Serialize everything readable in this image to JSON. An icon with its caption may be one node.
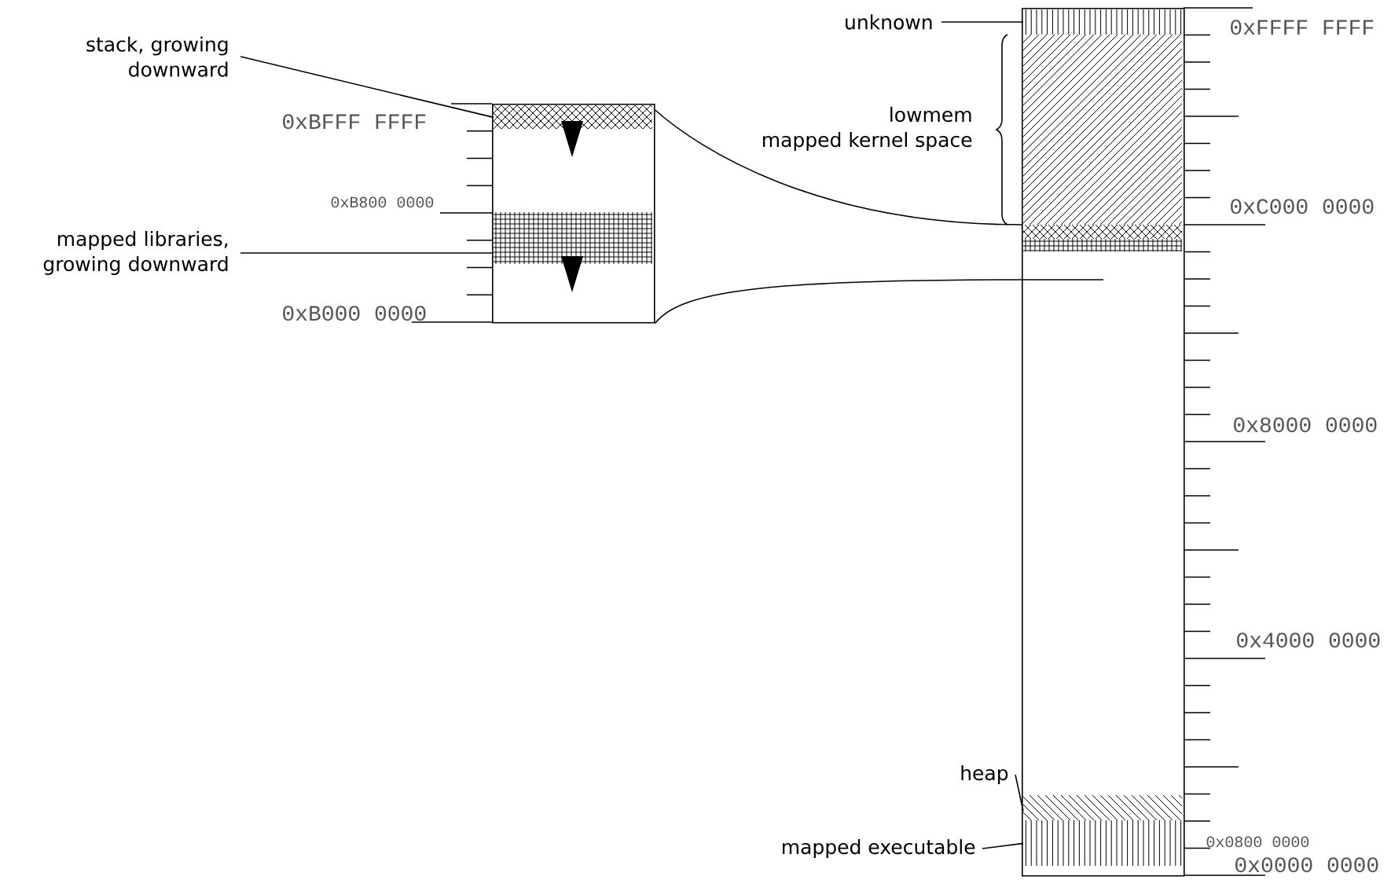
{
  "diagram": {
    "nodes": [
      {
        "text": [
          "stack, growing downward"
        ]
      },
      {
        "text": [
          "mapped libraries, growing downward"
        ]
      },
      {
        "text": [],
        "shape": "box"
      },
      {
        "text": [],
        "shape": "box",
        "in": 2
      },
      {
        "text": [],
        "shape": "box",
        "in": 2
      },
      {
        "text": [
          "unknown"
        ]
      },
      {
        "text": [],
        "shape": "box"
      },
      {
        "text": [],
        "shape": "box",
        "in": 6
      },
      {
        "text": [],
        "shape": "box",
        "in": 6
      },
      {
        "text": [],
        "shape": "box",
        "in": 6
      },
      {
        "text": [],
        "shape": "box",
        "in": 6
      },
      {
        "text": [],
        "shape": "box",
        "in": 6
      },
      {
        "text": [],
        "shape": "box",
        "in": 6
      },
      {
        "text": [
          "heap"
        ]
      },
      {
        "text": [
          "mapped executable"
        ]
      }
    ],
    "edges": [
      {
        "from": 0,
        "to": 3,
        "arrow": "none"
      },
      {
        "from": 1,
        "to": 4,
        "arrow": "none"
      },
      {
        "from": 2,
        "to": 6,
        "arrow": "none"
      },
      {
        "from": 2,
        "to": 6,
        "arrow": "none"
      },
      {
        "from": 5,
        "to": 7,
        "arrow": "none"
      },
      {
        "from": 13,
        "to": 11,
        "arrow": "none"
      },
      {
        "from": 14,
        "to": 12,
        "arrow": "none"
      }
    ],
    "labels": [
      "0xBFFF FFFF",
      "0xB800 0000",
      "0xB000 0000",
      "0xFFFF FFFF",
      "lowmem mapped kernel space",
      "0xC000 0000",
      "0x8000 0000",
      "0x4000 0000",
      "0x0800 0000",
      "0x0000 0000"
    ]
  }
}
